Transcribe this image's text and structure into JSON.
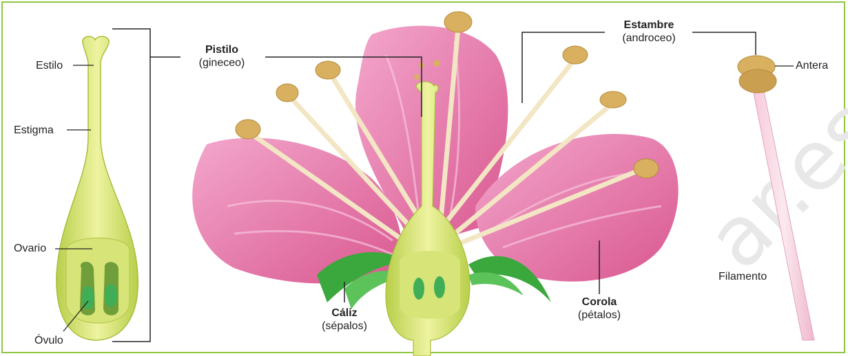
{
  "colors": {
    "border": "#8dc63f",
    "petal": "#e879ad",
    "pistil": "#d9e86a",
    "stamen_filament": "#f4e8c8",
    "anther": "#d8b060",
    "sepal": "#3aa83c",
    "leader": "#222222"
  },
  "labels": {
    "estilo": "Estilo",
    "estigma": "Estigma",
    "ovario": "Ovario",
    "ovulo": "Óvulo",
    "pistilo_title": "Pistilo",
    "pistilo_sub": "(gineceo)",
    "estambre_title": "Estambre",
    "estambre_sub": "(androceo)",
    "antera": "Antera",
    "filamento": "Filamento",
    "caliz_title": "Cáliz",
    "caliz_sub": "(sépalos)",
    "corola_title": "Corola",
    "corola_sub": "(pétalos)"
  },
  "watermark": "ar.es"
}
